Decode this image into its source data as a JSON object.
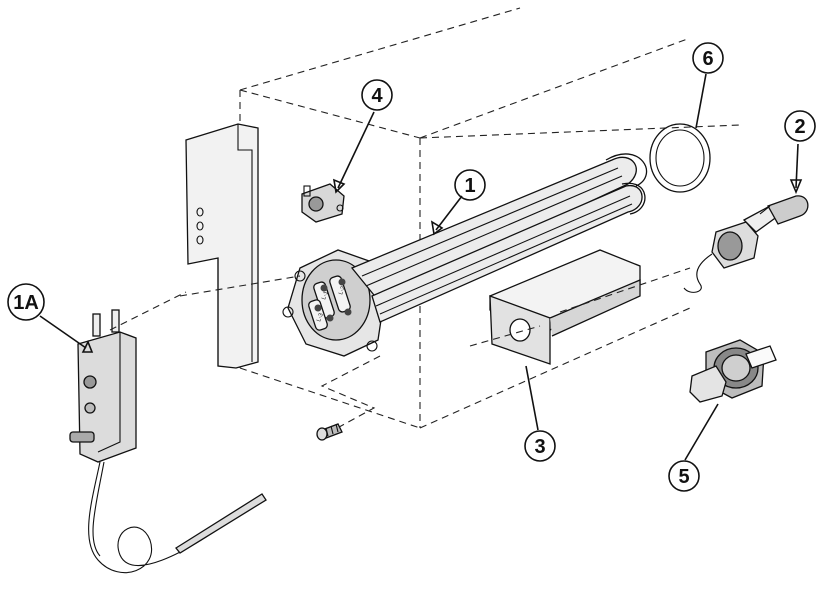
{
  "callouts": [
    {
      "id": "1A",
      "label": "1A"
    },
    {
      "id": "1",
      "label": "1"
    },
    {
      "id": "2",
      "label": "2"
    },
    {
      "id": "3",
      "label": "3"
    },
    {
      "id": "4",
      "label": "4"
    },
    {
      "id": "5",
      "label": "5"
    },
    {
      "id": "6",
      "label": "6"
    }
  ],
  "element_marks": [
    "L-1",
    "L-2",
    "L-3"
  ],
  "colors": {
    "ink": "#111111",
    "part_fill": "#e8e8e8",
    "part_shade": "#9a9a9a",
    "background": "#ffffff"
  }
}
